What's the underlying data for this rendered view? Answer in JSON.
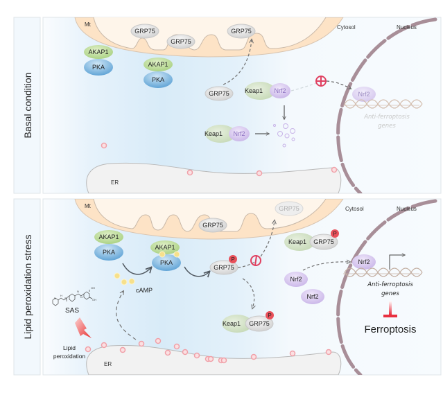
{
  "panels": [
    {
      "label": "Basal condition",
      "mt_label": "Mt",
      "er_label": "ER",
      "cytosol_label": "Cytosol",
      "nucleus_label": "Nucleus",
      "grp75_mt": [
        "GRP75",
        "GRP75",
        "GRP75"
      ],
      "akap1": [
        "AKAP1",
        "AKAP1"
      ],
      "pka": [
        "PKA",
        "PKA"
      ],
      "grp75_cyto": "GRP75",
      "keap1": [
        "Keap1",
        "Keap1"
      ],
      "nrf2": [
        "Nrf2",
        "Nrf2",
        "Nrf2"
      ],
      "genes_line1": "Anti-ferroptosis",
      "genes_line2": "genes"
    },
    {
      "label": "Lipid peroxidation stress",
      "mt_label": "Mt",
      "er_label": "ER",
      "cytosol_label": "Cytosol",
      "nucleus_label": "Nucleus",
      "grp75_mt": [
        "GRP75",
        "GRP75"
      ],
      "akap1": [
        "AKAP1",
        "AKAP1"
      ],
      "pka": [
        "PKA",
        "PKA"
      ],
      "grp75_p": [
        "GRP75",
        "GRP75",
        "GRP75"
      ],
      "keap1": [
        "Keap1",
        "Keap1"
      ],
      "nrf2": [
        "Nrf2",
        "Nrf2",
        "Nrf2"
      ],
      "phospho": "P",
      "camp": "cAMP",
      "sas": "SAS",
      "lipid_line1": "Lipid",
      "lipid_line2": "peroxidation",
      "genes_line1": "Anti-ferroptosis",
      "genes_line2": "genes",
      "outcome": "Ferroptosis"
    }
  ],
  "colors": {
    "mito_fill": "#fde3c6",
    "mito_stroke": "#c8b8a8",
    "akap1": "#c8e4a8",
    "pka": "#7fb8e0",
    "grp75": "#e4e4e4",
    "keap1": "#d6e6cc",
    "nrf2": "#dccdf0",
    "nrf2_text": "#8a6fc0",
    "nucleus_membrane": "#a08890",
    "inhibit": "#e04060",
    "phospho": "#e8505a",
    "camp": "#f6e08c",
    "lipid_dot": "#f0a0a8",
    "er_fill": "#f2f2f2",
    "cytosol_gradient": "#d6ebf8"
  }
}
